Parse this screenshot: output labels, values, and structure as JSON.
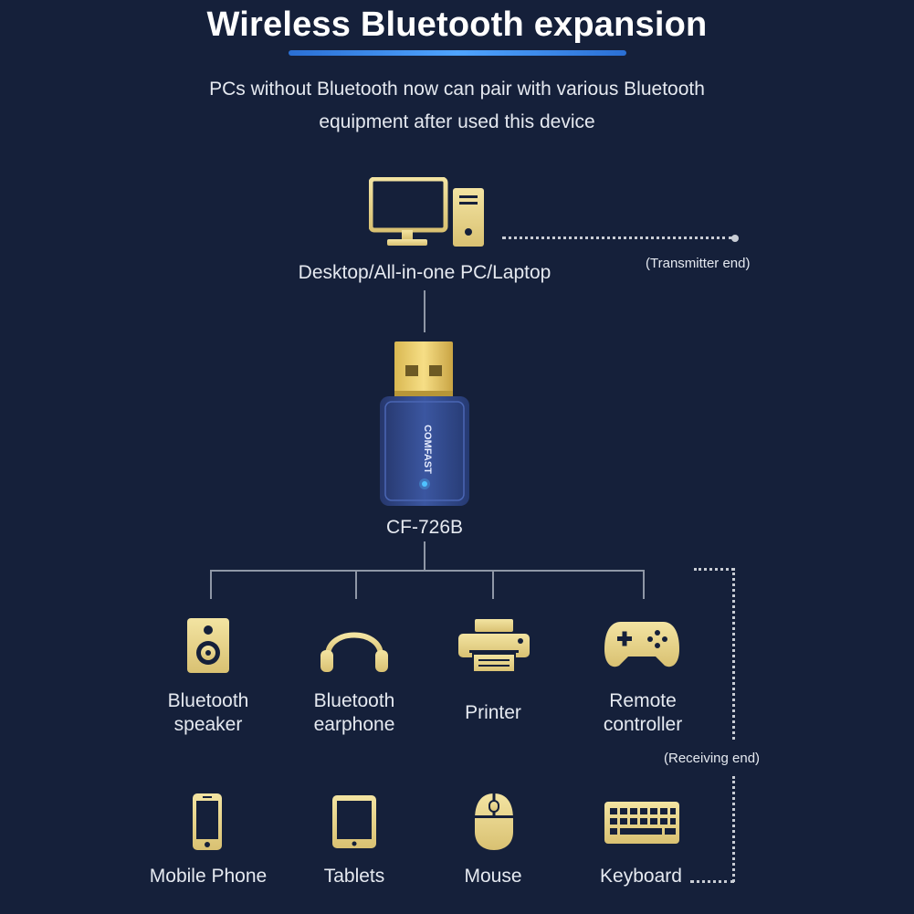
{
  "title": "Wireless Bluetooth expansion",
  "subtitle": {
    "line1": "PCs without Bluetooth now can pair with various Bluetooth",
    "line2": "equipment after used this device"
  },
  "transmitter": {
    "label": "Desktop/All-in-one PC/Laptop",
    "note": "(Transmitter end)",
    "icon": "desktop-computer-icon"
  },
  "device": {
    "model": "CF-726B",
    "brand": "COMFAST",
    "icon": "usb-bluetooth-adapter"
  },
  "receiving_note": "(Receiving end)",
  "receivers_row1": [
    {
      "line1": "Bluetooth",
      "line2": "speaker",
      "icon": "speaker-icon"
    },
    {
      "line1": "Bluetooth",
      "line2": "earphone",
      "icon": "headphones-icon"
    },
    {
      "line1": "Printer",
      "line2": "",
      "icon": "printer-icon"
    },
    {
      "line1": "Remote",
      "line2": "controller",
      "icon": "gamepad-icon"
    }
  ],
  "receivers_row2": [
    {
      "label": "Mobile Phone",
      "icon": "phone-icon"
    },
    {
      "label": "Tablets",
      "icon": "tablet-icon"
    },
    {
      "label": "Mouse",
      "icon": "mouse-icon"
    },
    {
      "label": "Keyboard",
      "icon": "keyboard-icon"
    }
  ],
  "colors": {
    "background": "#15203a",
    "icon_gold": "#e8d58a",
    "accent_blue": "#3f8cf0",
    "adapter_blue": "#2f4788"
  }
}
